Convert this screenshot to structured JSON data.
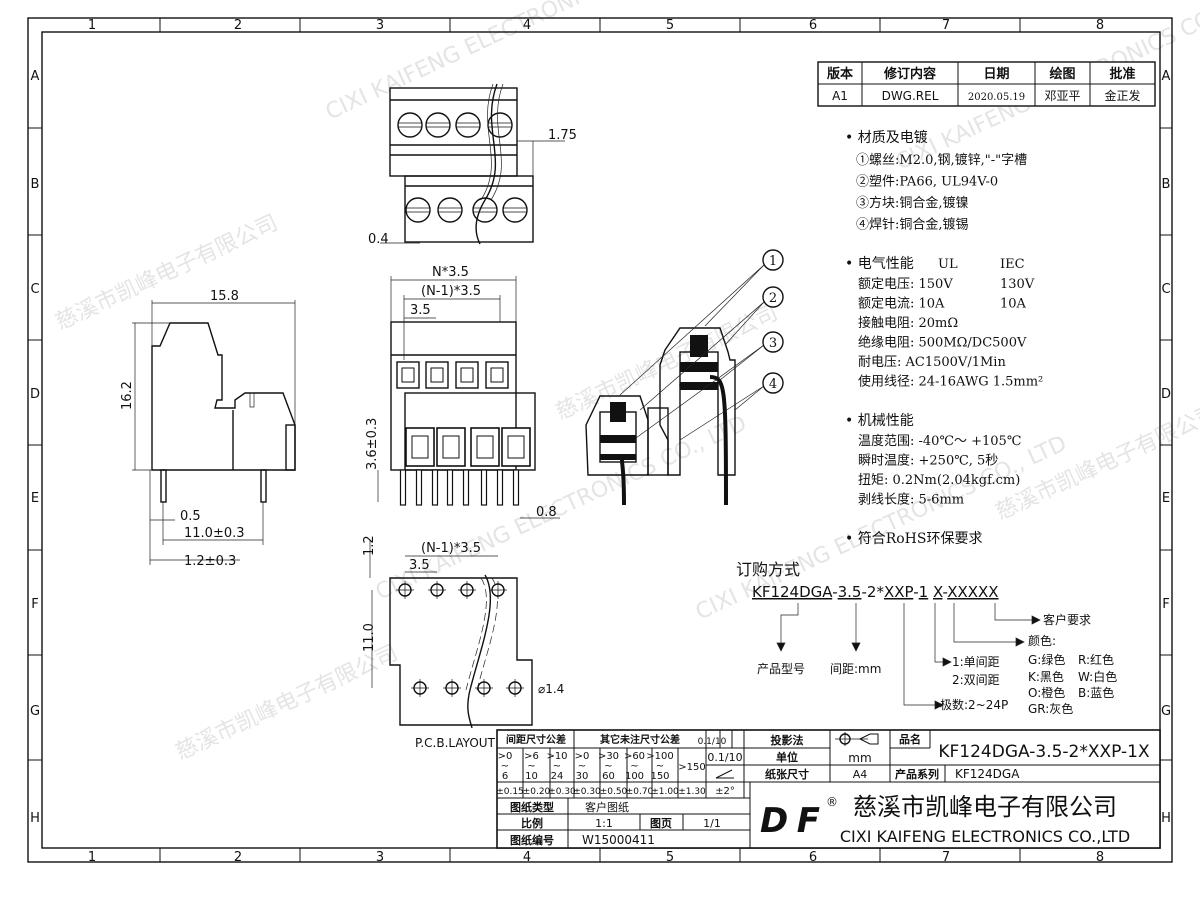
{
  "frame": {
    "columns": [
      "1",
      "2",
      "3",
      "4",
      "5",
      "6",
      "7",
      "8"
    ],
    "rows": [
      "A",
      "B",
      "C",
      "D",
      "E",
      "F",
      "G",
      "H"
    ]
  },
  "revision_table": {
    "headers": [
      "版本",
      "修订内容",
      "日期",
      "绘图",
      "批准"
    ],
    "rows": [
      [
        "A1",
        "DWG.REL",
        "2020.05.19",
        "邓亚平",
        "金正发"
      ]
    ]
  },
  "specs": {
    "materials_title": "• 材质及电镀",
    "materials": [
      "①螺丝:M2.0,钢,镀锌,\"-\"字槽",
      "②塑件:PA66, UL94V-0",
      "③方块:铜合金,镀镍",
      "④焊针:铜合金,镀锡"
    ],
    "electrical_title": "• 电气性能",
    "electrical_col_ul": "UL",
    "electrical_col_iec": "IEC",
    "electrical": [
      {
        "label": "额定电压: 150V",
        "iec": "130V"
      },
      {
        "label": "额定电流: 10A",
        "iec": "10A"
      },
      {
        "label": "接触电阻: 20mΩ",
        "iec": ""
      },
      {
        "label": "绝缘电阻: 500MΩ/DC500V",
        "iec": ""
      },
      {
        "label": "耐电压: AC1500V/1Min",
        "iec": ""
      },
      {
        "label": "使用线径: 24-16AWG 1.5mm²",
        "iec": ""
      }
    ],
    "mechanical_title": "• 机械性能",
    "mechanical": [
      "温度范围: -40℃～ +105℃",
      "瞬时温度: +250℃, 5秒",
      "扭矩: 0.2Nm(2.04kgf.cm)",
      "剥线长度: 5-6mm"
    ],
    "rohs": "• 符合RoHS环保要求"
  },
  "ordering": {
    "title": "订购方式",
    "code_segments": [
      "KF124DGA",
      "-",
      "3.5",
      "-2*",
      "XXP",
      "-",
      "1",
      " ",
      "X",
      "-",
      "XXXXX"
    ],
    "product_model": "产品型号",
    "pitch": "间距:mm",
    "spacing_1": "1:单间距",
    "spacing_2": "2:双间距",
    "poles": "极数:2~24P",
    "customer": "客户要求",
    "color_title": "颜色:",
    "colors": [
      "G:绿色",
      "R:红色",
      "K:黑色",
      "W:白色",
      "O:橙色",
      "B:蓝色",
      "GR:灰色"
    ]
  },
  "dimensions": {
    "top_175": "1.75",
    "top_04": "0.4",
    "front_n": "N*3.5",
    "front_n1": "(N-1)*3.5",
    "front_35": "3.5",
    "front_36": "3.6±0.3",
    "front_08": "0.8",
    "side_158": "15.8",
    "side_162": "16.2",
    "side_05": "0.5",
    "side_110": "11.0±0.3",
    "side_12": "1.2±0.3",
    "pcb_12": "1.2",
    "pcb_n1": "(N-1)*3.5",
    "pcb_35": "3.5",
    "pcb_110": "11.0",
    "pcb_hole": "⌀1.4",
    "pcb_label": "P.C.B.LAYOUT",
    "callouts": [
      "1",
      "2",
      "3",
      "4"
    ]
  },
  "title_block": {
    "pitch_tol": "间距尺寸公差",
    "other_tol": "其它未注尺寸公差",
    "ranges": [
      [
        ">0",
        "~",
        "6"
      ],
      [
        ">6",
        "~",
        "10"
      ],
      [
        ">10",
        "~",
        "24"
      ],
      [
        ">0",
        "~",
        "30"
      ],
      [
        ">30",
        "~",
        "60"
      ],
      [
        ">60",
        "~",
        "100"
      ],
      [
        ">100",
        "~",
        "150"
      ]
    ],
    "range_150": ">150",
    "tolerances": [
      "±0.15",
      "±0.20",
      "±0.30",
      "±0.30",
      "±0.50",
      "±0.70",
      "±1.00",
      "±1.30"
    ],
    "flat": "0.1/10",
    "angle_tol": "±2°",
    "projection_label": "投影法",
    "unit_label": "单位",
    "unit": "mm",
    "paper_label": "纸张尺寸",
    "paper": "A4",
    "name_label": "品名",
    "product_name": "KF124DGA-3.5-2*XXP-1X",
    "series_label": "产品系列",
    "series": "KF124DGA",
    "type_label": "图纸类型",
    "type": "客户图纸",
    "scale_label": "比例",
    "scale": "1:1",
    "page_label": "图页",
    "page": "1/1",
    "number_label": "图纸编号",
    "number": "W15000411",
    "company_cn": "慈溪市凯峰电子有限公司",
    "company_en": "CIXI KAIFENG ELECTRONICS CO.,LTD",
    "logo": "DF",
    "registered": "®"
  },
  "watermark": {
    "cn": "慈溪市凯峰电子有限公司",
    "en": "CIXI KAIFENG ELECTRONICS CO., LTD"
  },
  "colors": {
    "line": "#111111",
    "watermark": "#cfcfcf",
    "logo_red": "#e8a0a0"
  }
}
